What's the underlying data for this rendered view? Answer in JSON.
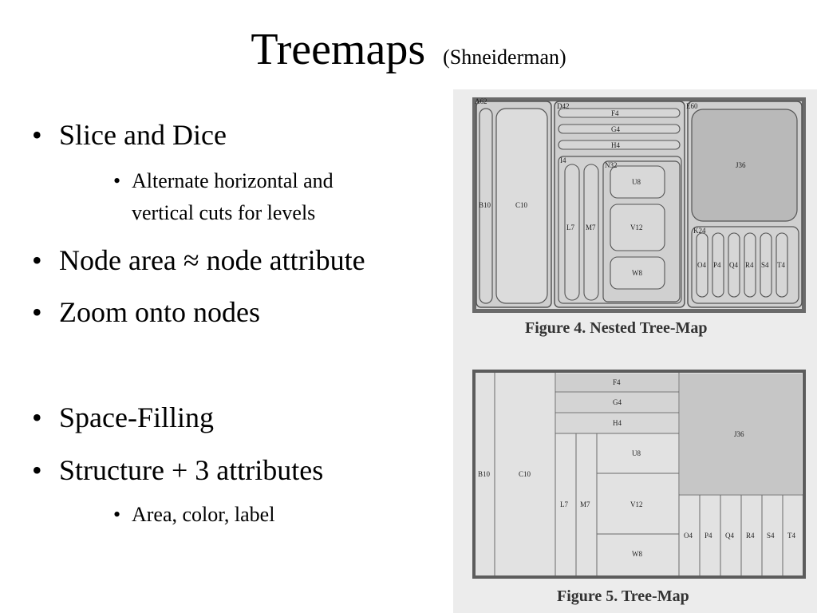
{
  "slide": {
    "title": "Treemaps",
    "subtitle": "(Shneiderman)",
    "bullet_glyph": "•",
    "bullets": [
      "Slice and Dice",
      "Alternate horizontal and",
      "vertical cuts for levels",
      "Node area ≈ node attribute",
      "Zoom onto nodes",
      "Space-Filling",
      "Structure + 3 attributes",
      "Area, color, label"
    ]
  },
  "figures": {
    "nested": {
      "caption": "Figure 4. Nested Tree-Map",
      "labels": {
        "a62": "A62",
        "b10": "B10",
        "c10": "C10",
        "d42": "D42",
        "f4": "F4",
        "g4": "G4",
        "h4": "H4",
        "i4": "I4",
        "n32": "N32",
        "u8": "U8",
        "v12": "V12",
        "w8": "W8",
        "l7": "L7",
        "m7": "M7",
        "e60": "E60",
        "j36": "J36",
        "k24": "K24",
        "o4": "O4",
        "p4": "P4",
        "q4": "Q4",
        "r4": "R4",
        "s4": "S4",
        "t4": "T4"
      }
    },
    "plain": {
      "caption": "Figure 5. Tree-Map",
      "labels": {
        "b10": "B10",
        "c10": "C10",
        "f4": "F4",
        "g4": "G4",
        "h4": "H4",
        "l7": "L7",
        "m7": "M7",
        "u8": "U8",
        "v12": "V12",
        "w8": "W8",
        "j36": "J36",
        "o4": "O4",
        "p4": "P4",
        "q4": "Q4",
        "r4": "R4",
        "s4": "S4",
        "t4": "T4"
      }
    }
  },
  "colors": {
    "figure_border": "#555555",
    "cell_fill": "#d8d8d8",
    "dark_fill": "#bdbdbd",
    "scan_bg": "#ececec"
  }
}
